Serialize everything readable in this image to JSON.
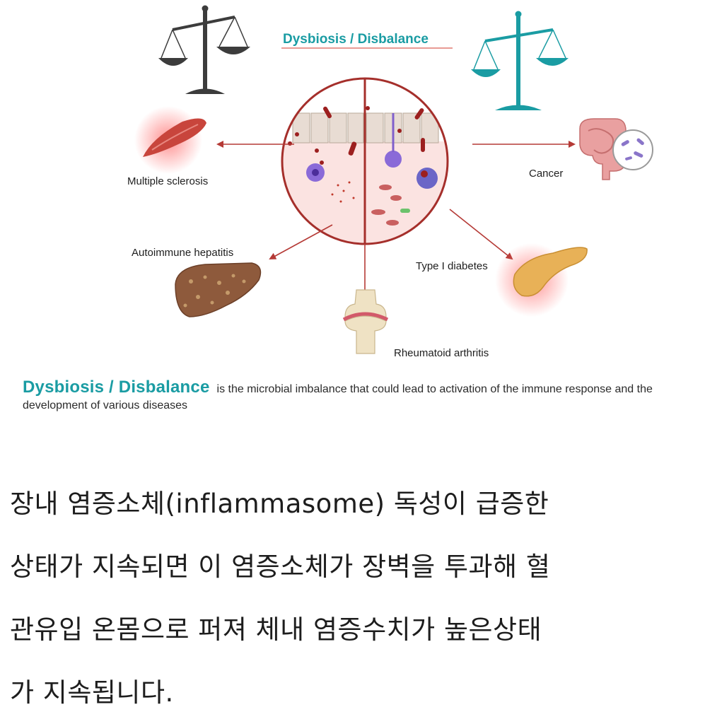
{
  "diagram": {
    "title": "Dysbiosis / Disbalance",
    "colors": {
      "accent": "#1a9ca3",
      "arrow": "#b53a36",
      "scale_dark": "#3c3c3c",
      "scale_teal": "#1a9ca3"
    },
    "labels": {
      "multiple_sclerosis": "Multiple sclerosis",
      "cancer": "Cancer",
      "autoimmune_hepatitis": "Autoimmune hepatitis",
      "type1_diabetes": "Type I diabetes",
      "rheumatoid_arthritis": "Rheumatoid arthritis"
    },
    "icons": {
      "left_scale": "balance-scale-dark-icon",
      "right_scale": "balance-scale-teal-icon",
      "muscle": "muscle-icon",
      "intestine": "intestine-bacteria-icon",
      "liver": "liver-icon",
      "pancreas": "pancreas-icon",
      "joint": "knee-joint-icon"
    }
  },
  "caption": {
    "term": "Dysbiosis / Disbalance",
    "text": "is the microbial imbalance that could lead to activation of the immune response and the development of various diseases"
  },
  "article": {
    "line1": "장내 염증소체(inflammasome) 독성이 급증한",
    "line2": "상태가 지속되면 이 염증소체가 장벽을 투과해 혈",
    "line3": "관유입 온몸으로 퍼져 체내 염증수치가 높은상태",
    "line4": "가 지속됩니다."
  }
}
